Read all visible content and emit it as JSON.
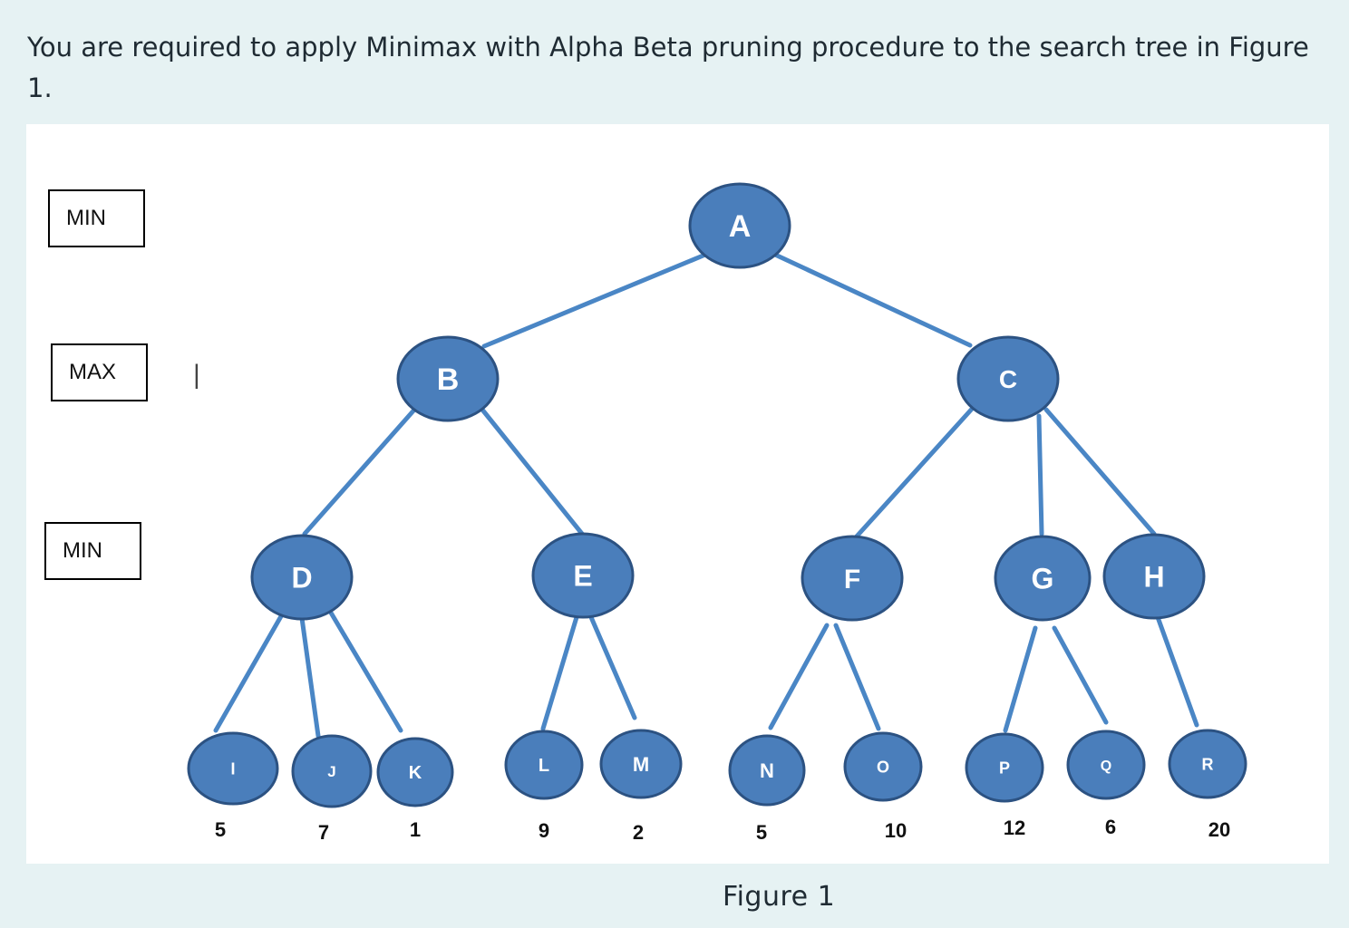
{
  "prompt": {
    "text": "You are required to apply Minimax with Alpha Beta pruning procedure to the search tree in Figure 1."
  },
  "levels": [
    {
      "label": "MIN"
    },
    {
      "label": "MAX"
    },
    {
      "label": "MIN"
    }
  ],
  "cursor": "|",
  "caption": "Figure 1",
  "colors": {
    "node_fill": "#4a7ebb",
    "node_stroke": "#2c5282",
    "edge": "#4a86c5",
    "panel": "#ffffff",
    "background": "#e6f2f3"
  },
  "tree": {
    "nodes": [
      {
        "id": "A",
        "label": "A"
      },
      {
        "id": "B",
        "label": "B"
      },
      {
        "id": "C",
        "label": "C"
      },
      {
        "id": "D",
        "label": "D"
      },
      {
        "id": "E",
        "label": "E"
      },
      {
        "id": "F",
        "label": "F"
      },
      {
        "id": "G",
        "label": "G"
      },
      {
        "id": "H",
        "label": "H"
      },
      {
        "id": "I",
        "label": "I",
        "value": "5"
      },
      {
        "id": "J",
        "label": "J",
        "value": "7"
      },
      {
        "id": "K",
        "label": "K",
        "value": "1"
      },
      {
        "id": "L",
        "label": "L",
        "value": "9"
      },
      {
        "id": "M",
        "label": "M",
        "value": "2"
      },
      {
        "id": "N",
        "label": "N",
        "value": "5"
      },
      {
        "id": "O",
        "label": "O",
        "value": "10"
      },
      {
        "id": "P",
        "label": "P",
        "value": "12"
      },
      {
        "id": "Q",
        "label": "Q",
        "value": "6"
      },
      {
        "id": "R",
        "label": "R",
        "value": "20"
      }
    ],
    "edges": [
      [
        "A",
        "B"
      ],
      [
        "A",
        "C"
      ],
      [
        "B",
        "D"
      ],
      [
        "B",
        "E"
      ],
      [
        "C",
        "F"
      ],
      [
        "C",
        "G"
      ],
      [
        "C",
        "H"
      ],
      [
        "D",
        "I"
      ],
      [
        "D",
        "J"
      ],
      [
        "D",
        "K"
      ],
      [
        "E",
        "L"
      ],
      [
        "E",
        "M"
      ],
      [
        "F",
        "N"
      ],
      [
        "F",
        "O"
      ],
      [
        "G",
        "P"
      ],
      [
        "G",
        "Q"
      ],
      [
        "H",
        "R"
      ]
    ]
  }
}
